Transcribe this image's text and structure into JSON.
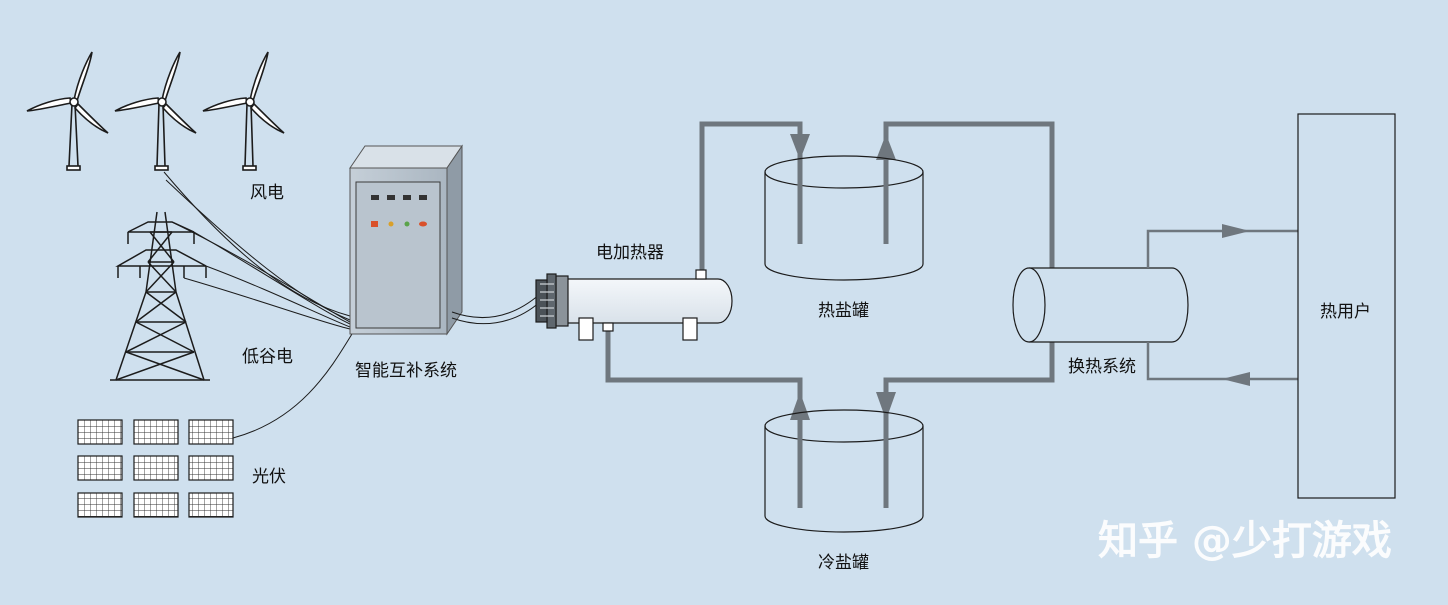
{
  "labels": {
    "wind": "风电",
    "grid": "低谷电",
    "solar": "光伏",
    "controller": "智能互补系统",
    "heater": "电加热器",
    "hot_tank": "热盐罐",
    "cold_tank": "冷盐罐",
    "exchanger": "换热系统",
    "user": "热用户"
  },
  "watermark": "知乎 @少打游戏",
  "colors": {
    "background": "#cfe0ee",
    "pipe": "#6f777e",
    "cabinet": "#b7c2cc",
    "led_red": "#d9502a",
    "led_green": "#5aa34a",
    "line": "#1c1c1c"
  }
}
